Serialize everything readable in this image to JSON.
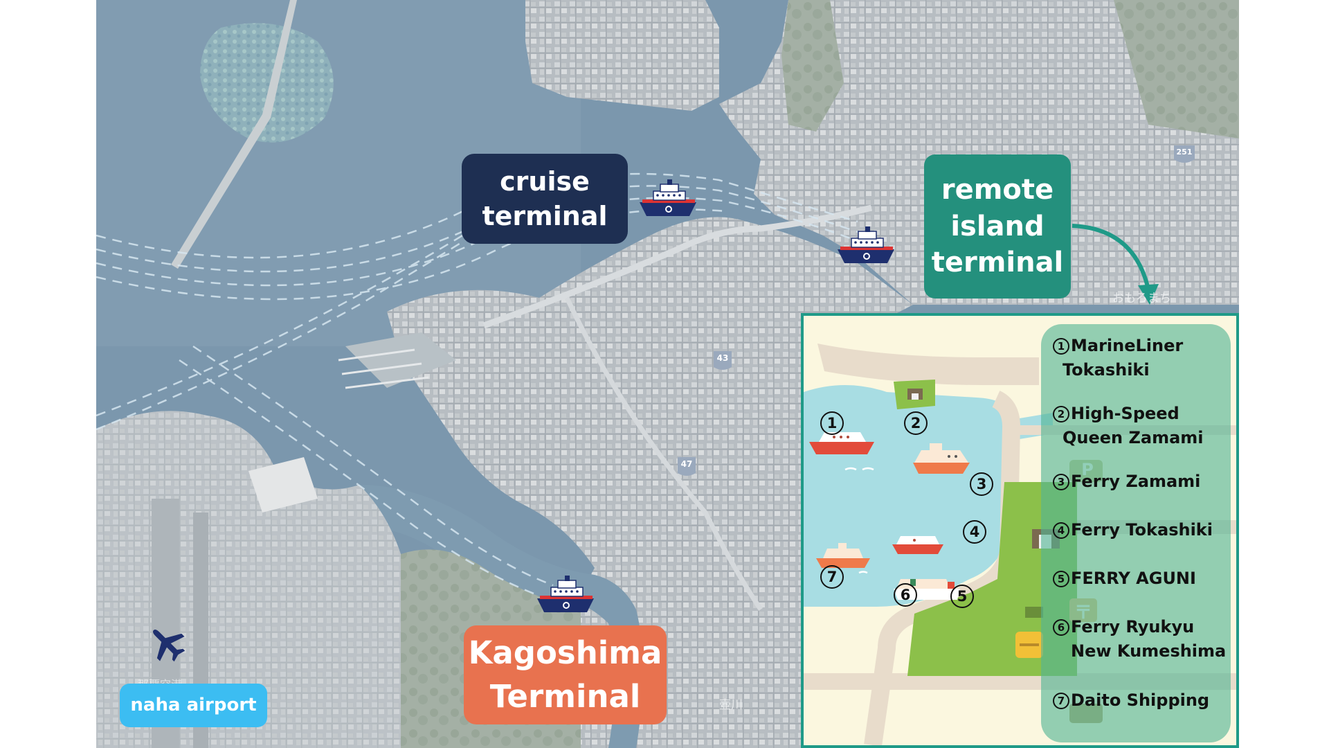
{
  "terminals": {
    "cruise": [
      "cruise",
      "terminal"
    ],
    "remote": [
      "remote",
      "island",
      "terminal"
    ],
    "kagoshima": [
      "Kagoshima",
      "Terminal"
    ],
    "airport": "naha airport"
  },
  "road_signs": [
    "251",
    "43",
    "47"
  ],
  "map_text": [
    "おもろまち",
    "那覇空港",
    "壺川"
  ],
  "inset": {
    "markers": [
      "1",
      "2",
      "3",
      "4",
      "5",
      "6",
      "7"
    ],
    "legend": [
      {
        "num": "1",
        "lines": [
          "MarineLiner",
          "Tokashiki"
        ]
      },
      {
        "num": "2",
        "lines": [
          "High-Speed",
          "Queen Zamami"
        ]
      },
      {
        "num": "3",
        "lines": [
          "Ferry Zamami"
        ]
      },
      {
        "num": "4",
        "lines": [
          "Ferry Tokashiki"
        ]
      },
      {
        "num": "5",
        "lines": [
          "FERRY AGUNI"
        ]
      },
      {
        "num": "6",
        "lines": [
          "Ferry Ryukyu",
          "New Kumeshima"
        ]
      },
      {
        "num": "7",
        "lines": [
          "Daito Shipping"
        ]
      }
    ],
    "parking_icon": "P",
    "post_icon": "〒"
  },
  "colors": {
    "cruise_label": "#1e2f52",
    "remote_label": "#24907d",
    "kagoshima_label": "#e8724f",
    "airport_label": "#3cbdf2",
    "inset_border": "#1f9a88",
    "inset_water": "#a8dde3",
    "inset_park": "#8cc04a"
  },
  "icons": [
    "ship-icon",
    "airplane-icon",
    "arrow-icon",
    "parking-icon",
    "post-office-icon",
    "boat-icon"
  ]
}
